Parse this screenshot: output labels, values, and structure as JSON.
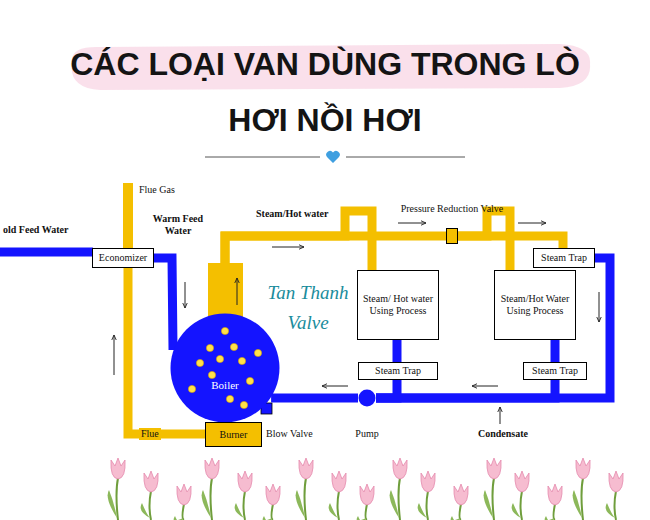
{
  "diagram": {
    "title": "CÁC LOẠI VAN DÙNG TRONG LÒ HƠI NỒI HƠI",
    "nodes": [
      {
        "text": [
          "Economizer"
        ]
      },
      {
        "text": [
          "Boiler"
        ]
      },
      {
        "text": [
          "Steam/ Hot water Using Process"
        ]
      },
      {
        "text": [
          "Steam/Hot Water Using Process"
        ]
      },
      {
        "text": [
          "Steam Trap"
        ]
      },
      {
        "text": [
          "Steam Trap"
        ]
      },
      {
        "text": [
          "Steam Trap"
        ]
      },
      {
        "text": [
          "Burner"
        ]
      },
      {
        "text": [
          "Pump"
        ]
      },
      {
        "text": [
          "Pressure Reduction Valve"
        ]
      }
    ],
    "edges": [
      {
        "from": 0,
        "to": 1,
        "arrow": "none"
      },
      {
        "from": 1,
        "to": 2,
        "arrow": "none"
      },
      {
        "from": 1,
        "to": 9,
        "arrow": "none"
      },
      {
        "from": 9,
        "to": 3,
        "arrow": "none"
      },
      {
        "from": 9,
        "to": 4,
        "arrow": "none"
      },
      {
        "from": 2,
        "to": 5,
        "arrow": "none"
      },
      {
        "from": 3,
        "to": 6,
        "arrow": "none"
      },
      {
        "from": 4,
        "to": 8,
        "arrow": "none"
      },
      {
        "from": 6,
        "to": 8,
        "arrow": "none"
      },
      {
        "from": 5,
        "to": 8,
        "arrow": "none"
      },
      {
        "from": 8,
        "to": 1,
        "arrow": "none"
      },
      {
        "from": 7,
        "to": 0,
        "label": "Flue",
        "arrow": "none"
      }
    ],
    "labels": [
      "Flue Gas",
      "old Feed Water",
      "Warm Feed Water",
      "Steam/Hot water",
      "Blow Valve",
      "Condensate",
      "Tan Thanh Valve"
    ]
  }
}
